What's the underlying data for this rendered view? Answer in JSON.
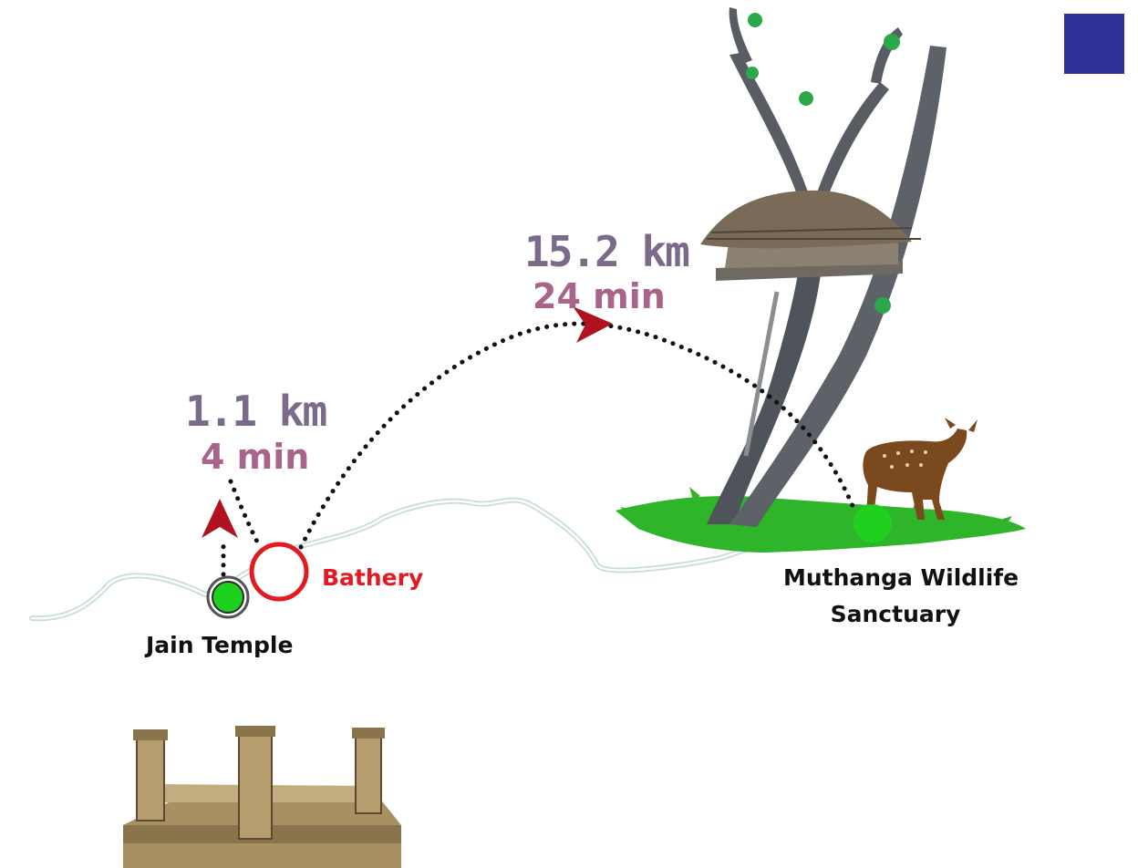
{
  "colors": {
    "corner_square": "#2e3296",
    "distance_text": "#7b6a8a",
    "duration_text": "#a8648a",
    "arrow": "#b0121f",
    "bathery": "#e21b23",
    "marker_green": "#1fd11f",
    "road": "#c8ddd6",
    "grass": "#2fb52a",
    "place_text": "#111111"
  },
  "legs": [
    {
      "distance": "1.1 km",
      "duration": "4 min"
    },
    {
      "distance": "15.2 km",
      "duration": "24 min"
    }
  ],
  "places": {
    "jain_temple": "Jain Temple",
    "bathery": "Bathery",
    "muthanga_line1": "Muthanga Wildlife",
    "muthanga_line2": "Sanctuary"
  },
  "illustrations": [
    "tree-house-icon",
    "deer-icon",
    "temple-ruins-icon"
  ]
}
